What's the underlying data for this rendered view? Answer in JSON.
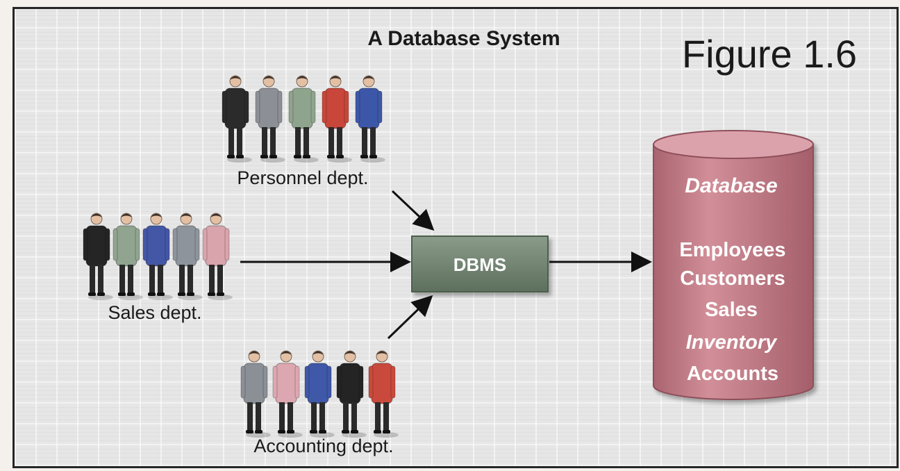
{
  "diagram": {
    "title": "A Database System",
    "figure_label": "Figure 1.6",
    "groups": [
      {
        "label": "Personnel dept.",
        "people_colors": [
          "#2b2b2b",
          "#8c9096",
          "#8fa48d",
          "#c8463a",
          "#3d57a8"
        ]
      },
      {
        "label": "Sales dept.",
        "people_colors": [
          "#252525",
          "#90a48f",
          "#4457a6",
          "#8e949b",
          "#d9a4ac"
        ]
      },
      {
        "label": "Accounting dept.",
        "people_colors": [
          "#8b9096",
          "#dca7b0",
          "#3f58a8",
          "#242424",
          "#c94a3c"
        ]
      }
    ],
    "dbms_label": "DBMS",
    "database": {
      "title": "Database",
      "items": [
        "Employees",
        "Customers",
        "Sales",
        "Inventory",
        "Accounts"
      ],
      "color": "#c4808a"
    },
    "dbms_color": "#6e826e"
  }
}
